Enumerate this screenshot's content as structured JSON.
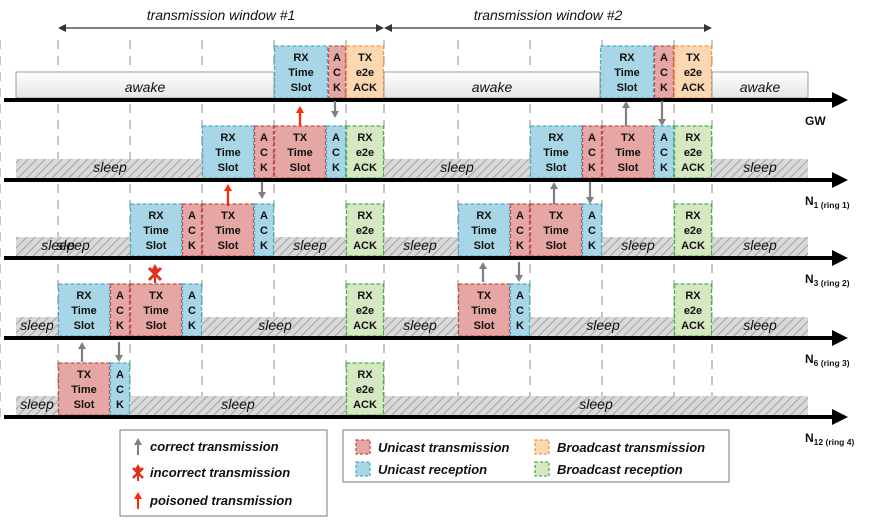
{
  "windows": [
    {
      "label": "transmission window #1"
    },
    {
      "label": "transmission window #2"
    }
  ],
  "state_labels": {
    "awake": "awake",
    "sleep": "sleep"
  },
  "colors": {
    "unicast_tx": "#e6a6a3",
    "unicast_rx": "#a8d6e6",
    "broadcast_tx": "#fbd7b2",
    "broadcast_rx": "#d5e8c2",
    "unicast_tx_border": "#c0504d",
    "unicast_rx_border": "#4bacc6",
    "broadcast_tx_border": "#f79646",
    "broadcast_rx_border": "#4cae4c",
    "correct_arrow": "#808080",
    "poisoned_arrow": "#ff2a00",
    "incorrect_marker": "#e0301e"
  },
  "rows": [
    {
      "name": "GW",
      "sub": "",
      "segments": [
        {
          "kind": "awake",
          "label": "awake"
        },
        {
          "kind": "urx",
          "lines": [
            "RX",
            "Time",
            "Slot"
          ]
        },
        {
          "kind": "utx",
          "lines": [
            "A",
            "C",
            "K"
          ]
        },
        {
          "kind": "btx",
          "lines": [
            "TX",
            "e2e",
            "ACK"
          ]
        },
        {
          "kind": "awake",
          "label": "awake"
        },
        {
          "kind": "urx",
          "lines": [
            "RX",
            "Time",
            "Slot"
          ]
        },
        {
          "kind": "utx",
          "lines": [
            "A",
            "C",
            "K"
          ]
        },
        {
          "kind": "btx",
          "lines": [
            "TX",
            "e2e",
            "ACK"
          ]
        },
        {
          "kind": "awake",
          "label": "awake"
        }
      ]
    },
    {
      "name": "N",
      "sub": "1 (ring 1)",
      "segments": [
        {
          "kind": "sleep",
          "label": "sleep"
        },
        {
          "kind": "urx",
          "lines": [
            "RX",
            "Time",
            "Slot"
          ]
        },
        {
          "kind": "utx",
          "lines": [
            "A",
            "C",
            "K"
          ]
        },
        {
          "kind": "utx",
          "lines": [
            "TX",
            "Time",
            "Slot"
          ]
        },
        {
          "kind": "urx",
          "lines": [
            "A",
            "C",
            "K"
          ]
        },
        {
          "kind": "brx",
          "lines": [
            "RX",
            "e2e",
            "ACK"
          ]
        },
        {
          "kind": "sleep",
          "label": "sleep"
        },
        {
          "kind": "urx",
          "lines": [
            "RX",
            "Time",
            "Slot"
          ]
        },
        {
          "kind": "utx",
          "lines": [
            "A",
            "C",
            "K"
          ]
        },
        {
          "kind": "utx",
          "lines": [
            "TX",
            "Time",
            "Slot"
          ]
        },
        {
          "kind": "urx",
          "lines": [
            "A",
            "C",
            "K"
          ]
        },
        {
          "kind": "brx",
          "lines": [
            "RX",
            "e2e",
            "ACK"
          ]
        },
        {
          "kind": "sleep",
          "label": "sleep"
        }
      ]
    },
    {
      "name": "N",
      "sub": "3 (ring 2)",
      "segments": [
        {
          "kind": "sleep",
          "label": "sleep"
        },
        {
          "kind": "urx",
          "lines": [
            "RX",
            "Time",
            "Slot"
          ]
        },
        {
          "kind": "utx",
          "lines": [
            "A",
            "C",
            "K"
          ]
        },
        {
          "kind": "utx",
          "lines": [
            "TX",
            "Time",
            "Slot"
          ]
        },
        {
          "kind": "urx",
          "lines": [
            "A",
            "C",
            "K"
          ]
        },
        {
          "kind": "brx",
          "lines": [
            "RX",
            "e2e",
            "ACK"
          ]
        },
        {
          "kind": "urx",
          "lines": [
            "RX",
            "Time",
            "Slot"
          ]
        },
        {
          "kind": "utx",
          "lines": [
            "A",
            "C",
            "K"
          ]
        },
        {
          "kind": "utx",
          "lines": [
            "TX",
            "Time",
            "Slot"
          ]
        },
        {
          "kind": "urx",
          "lines": [
            "A",
            "C",
            "K"
          ]
        },
        {
          "kind": "brx",
          "lines": [
            "RX",
            "e2e",
            "ACK"
          ]
        }
      ]
    },
    {
      "name": "N",
      "sub": "6 (ring 3)",
      "segments": [
        {
          "kind": "sleep",
          "label": "sleep"
        },
        {
          "kind": "urx",
          "lines": [
            "RX",
            "Time",
            "Slot"
          ]
        },
        {
          "kind": "utx",
          "lines": [
            "A",
            "C",
            "K"
          ]
        },
        {
          "kind": "utx",
          "lines": [
            "TX",
            "Time",
            "Slot"
          ]
        },
        {
          "kind": "urx",
          "lines": [
            "A",
            "C",
            "K"
          ]
        },
        {
          "kind": "sleep",
          "label": "sleep"
        },
        {
          "kind": "brx",
          "lines": [
            "RX",
            "e2e",
            "ACK"
          ]
        },
        {
          "kind": "sleep",
          "label": "sleep"
        },
        {
          "kind": "utx",
          "lines": [
            "TX",
            "Time",
            "Slot"
          ]
        },
        {
          "kind": "urx",
          "lines": [
            "A",
            "C",
            "K"
          ]
        },
        {
          "kind": "sleep",
          "label": "sleep"
        },
        {
          "kind": "brx",
          "lines": [
            "RX",
            "e2e",
            "ACK"
          ]
        },
        {
          "kind": "sleep",
          "label": "sleep"
        }
      ]
    },
    {
      "name": "N",
      "sub": "12 (ring 4)",
      "segments": [
        {
          "kind": "sleep",
          "label": "sleep"
        },
        {
          "kind": "utx",
          "lines": [
            "TX",
            "Time",
            "Slot"
          ]
        },
        {
          "kind": "urx",
          "lines": [
            "A",
            "C",
            "K"
          ]
        },
        {
          "kind": "sleep",
          "label": "sleep"
        },
        {
          "kind": "brx",
          "lines": [
            "RX",
            "e2e",
            "ACK"
          ]
        },
        {
          "kind": "sleep",
          "label": "sleep"
        }
      ]
    }
  ],
  "legend": {
    "arrows": [
      {
        "kind": "correct",
        "label": "correct transmission"
      },
      {
        "kind": "incorrect",
        "label": "incorrect transmission"
      },
      {
        "kind": "poisoned",
        "label": "poisoned transmission"
      }
    ],
    "boxes": [
      {
        "kind": "utx",
        "label": "Unicast transmission"
      },
      {
        "kind": "btx",
        "label": "Broadcast transmission"
      },
      {
        "kind": "urx",
        "label": "Unicast reception"
      },
      {
        "kind": "brx",
        "label": "Broadcast reception"
      }
    ]
  }
}
